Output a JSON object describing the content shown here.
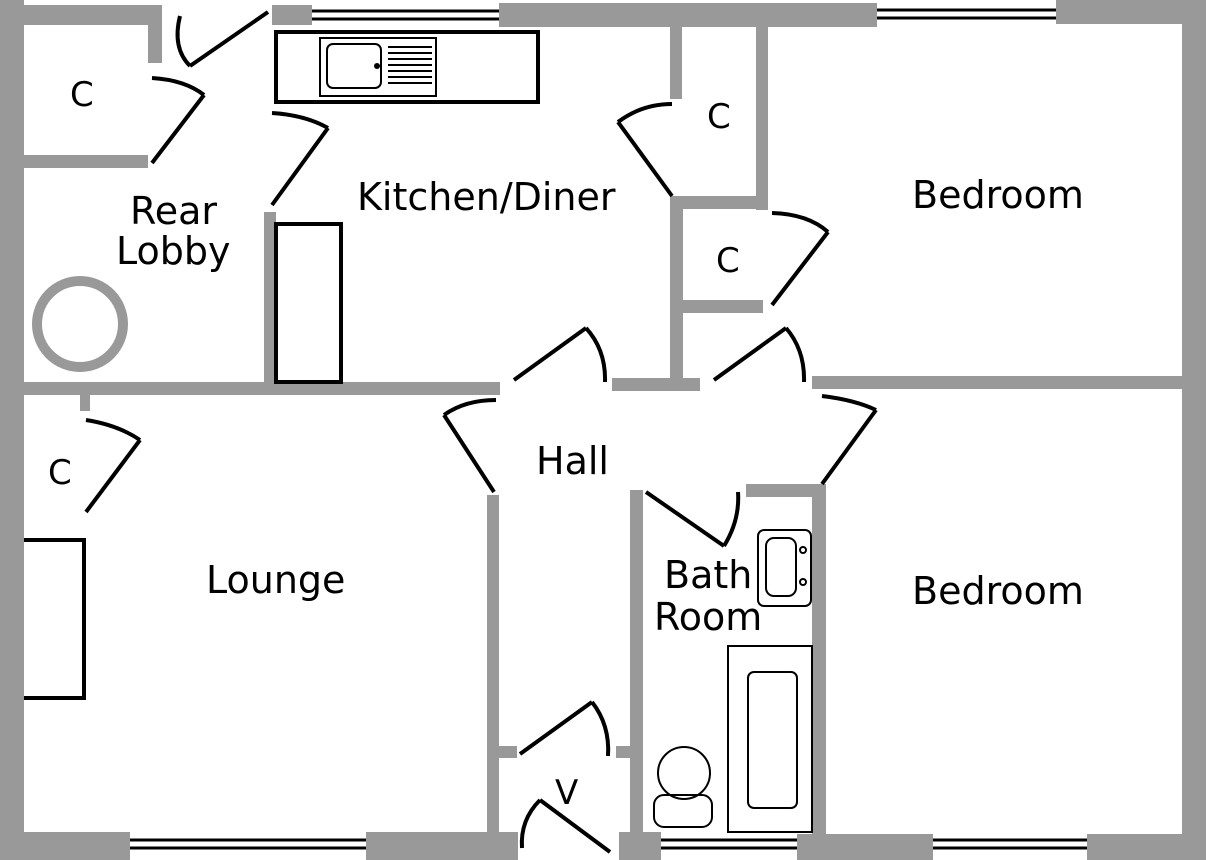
{
  "rooms": {
    "kitchen": "Kitchen/Diner",
    "rear_lobby_1": "Rear",
    "rear_lobby_2": "Lobby",
    "bedroom_top": "Bedroom",
    "bedroom_bottom": "Bedroom",
    "lounge": "Lounge",
    "hall": "Hall",
    "bath_1": "Bath",
    "bath_2": "Room"
  },
  "cupboards": {
    "c_rear_lobby": "C",
    "c_kitchen": "C",
    "c_hall_upper": "C",
    "c_lounge": "C"
  },
  "vestibule": "V"
}
